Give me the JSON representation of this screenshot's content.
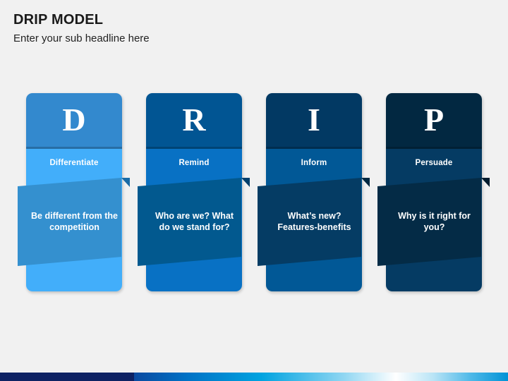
{
  "header": {
    "title": "DRIP MODEL",
    "subtitle": "Enter your sub headline here"
  },
  "diagram": {
    "type": "four-step-pillar-diagram",
    "pillars": [
      {
        "letter": "D",
        "label": "Differentiate",
        "description": "Be different from the competition",
        "head_color": "#3389ce",
        "body_color": "#42aefa",
        "ribbon_color": "#3490cf",
        "fold_color": "#1a6ba6"
      },
      {
        "letter": "R",
        "label": "Remind",
        "description": "Who are we? What do we stand for?",
        "head_color": "#015593",
        "body_color": "#0871c4",
        "ribbon_color": "#02598f",
        "fold_color": "#013f6c"
      },
      {
        "letter": "I",
        "label": "Inform",
        "description": "What’s new? Features-benefits",
        "head_color": "#023963",
        "body_color": "#015896",
        "ribbon_color": "#053c64",
        "fold_color": "#012942"
      },
      {
        "letter": "P",
        "label": "Persuade",
        "description": "Why is it right for you?",
        "head_color": "#022841",
        "body_color": "#053b63",
        "ribbon_color": "#042b46",
        "fold_color": "#011c2e"
      }
    ]
  },
  "bottom_bar": {
    "navy_color": "#0e2263",
    "gradient_from": "#0b4aa0",
    "gradient_to": "#0092d6"
  }
}
